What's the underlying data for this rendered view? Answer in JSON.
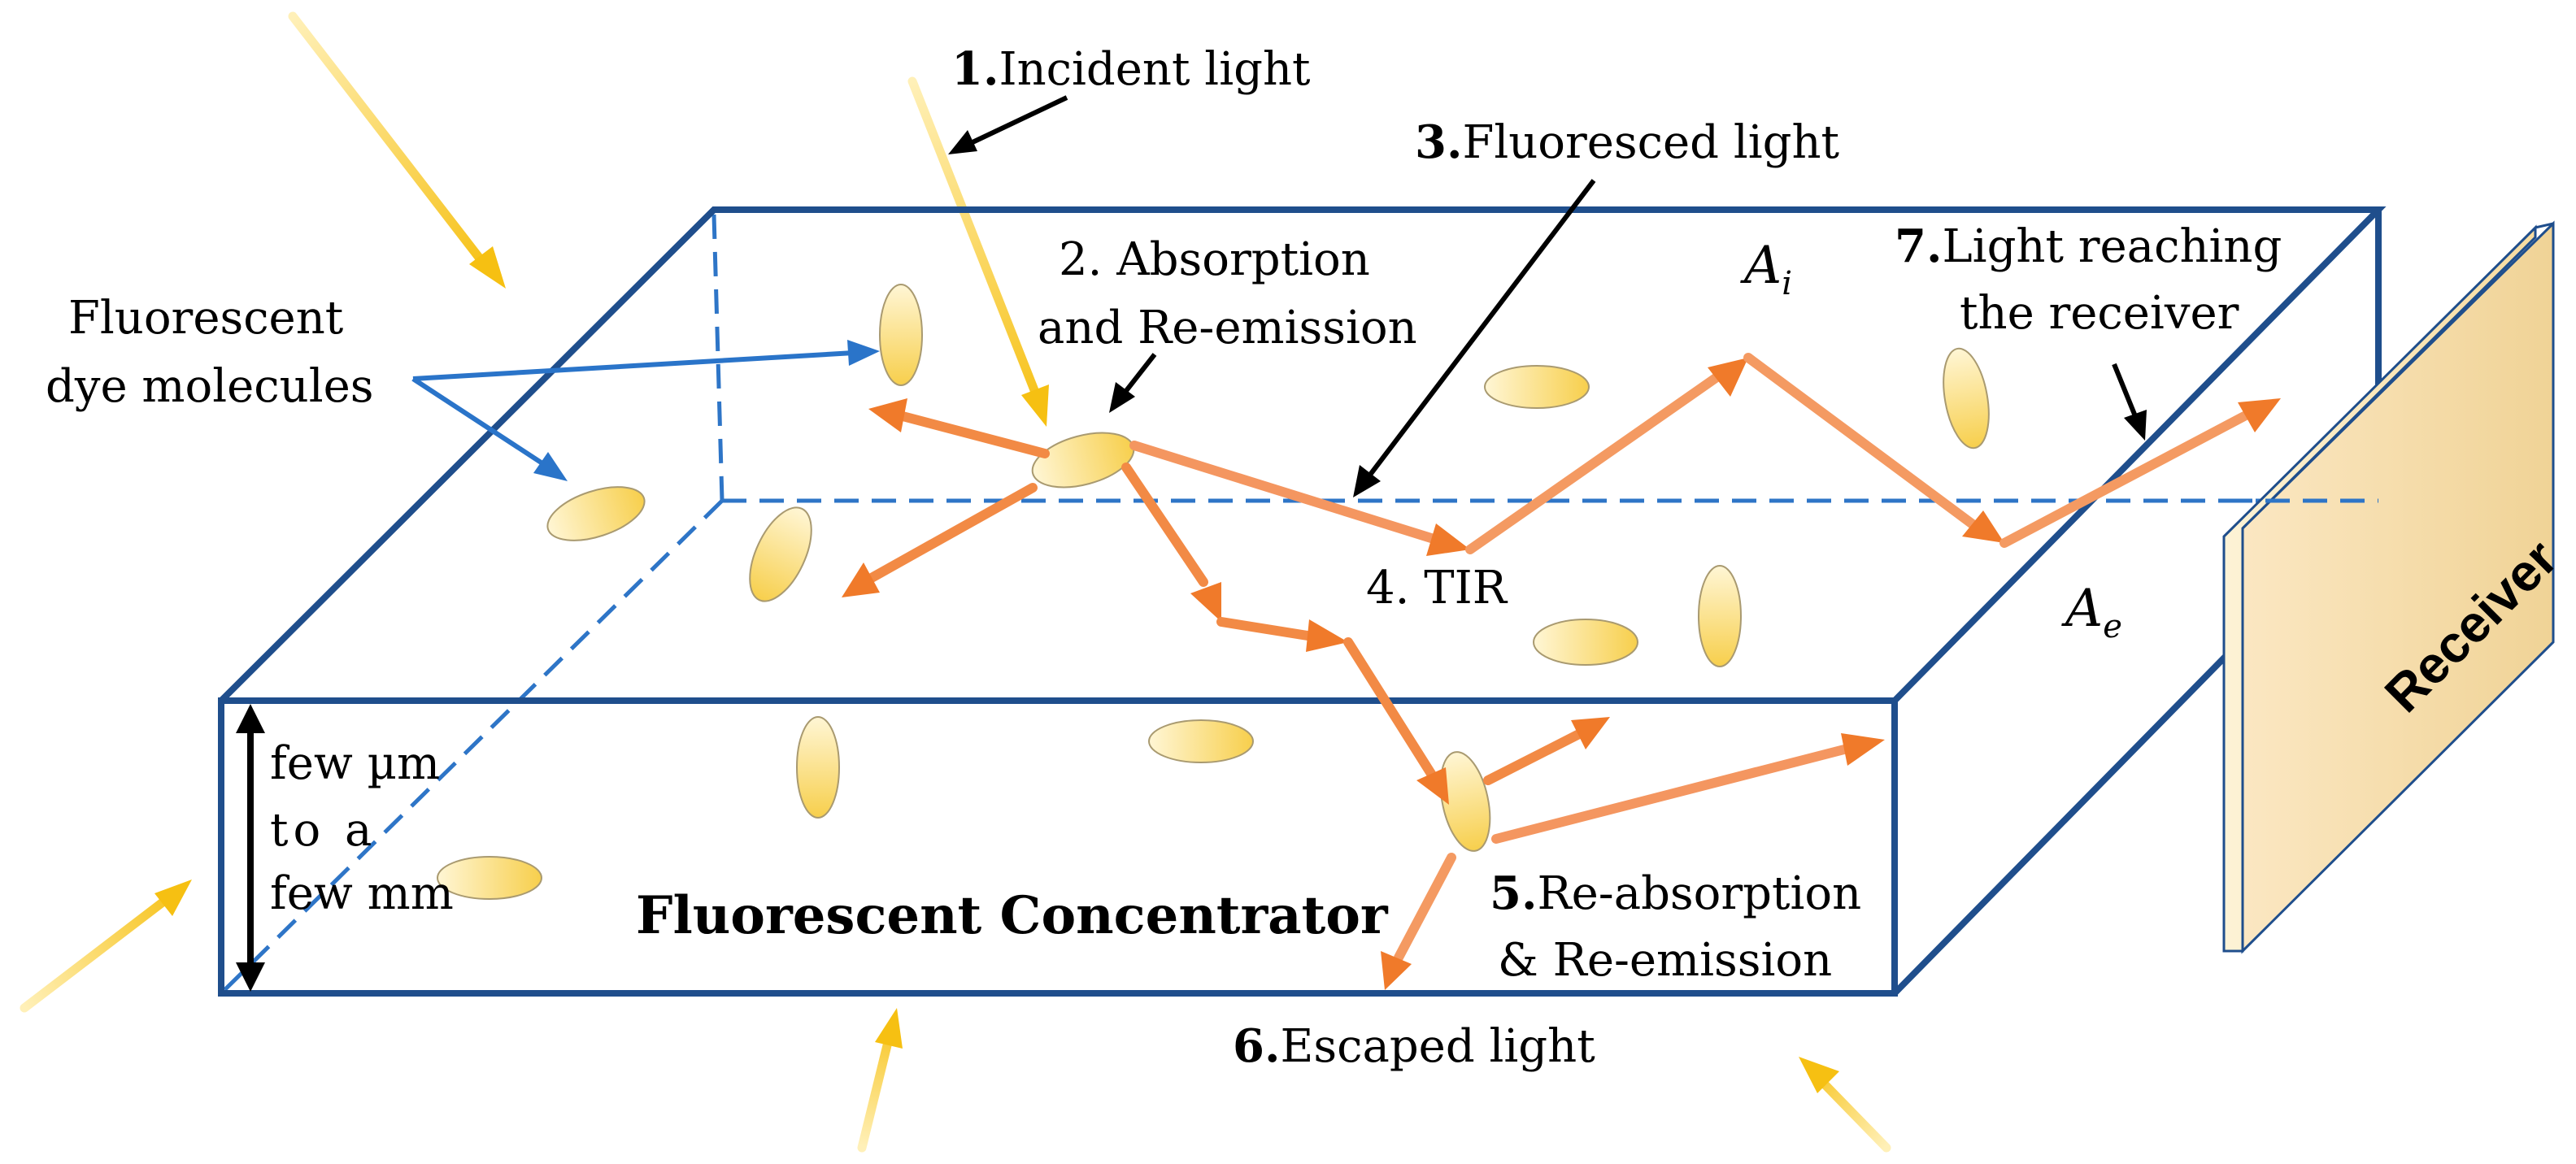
{
  "labels": {
    "incident_num": "1.",
    "incident_text": "Incident light",
    "absorption_line1": "2. Absorption",
    "absorption_line2": "and Re-emission",
    "fluoresced_num": "3.",
    "fluoresced_text": "Fluoresced light",
    "tir": "4. TIR",
    "reabsorption_num": "5.",
    "reabsorption_line1": "Re-absorption",
    "reabsorption_line2": "& Re-emission",
    "escaped_num": "6.",
    "escaped_text": "Escaped light",
    "reaching_num": "7.",
    "reaching_line1": "Light reaching",
    "reaching_line2": "the receiver",
    "dye_line1": "Fluorescent",
    "dye_line2": "dye molecules",
    "thickness_line1": "few µm",
    "thickness_line2": "to a",
    "thickness_line3": "few mm",
    "concentrator": "Fluorescent Concentrator",
    "receiver": "Receiver",
    "area_inner": "A",
    "area_inner_sub": "i",
    "area_edge": "A",
    "area_edge_sub": "e"
  },
  "colors": {
    "box_edge": "#1f4e8c",
    "dashed_edge": "#2e75c7",
    "incident_arrow": "#f6c21a",
    "fluoresced_arrow": "#f07a2a",
    "dye_pointer": "#2a74c9",
    "dye_fill": "#f8d25a",
    "receiver_fill": "#f3d9a1"
  }
}
